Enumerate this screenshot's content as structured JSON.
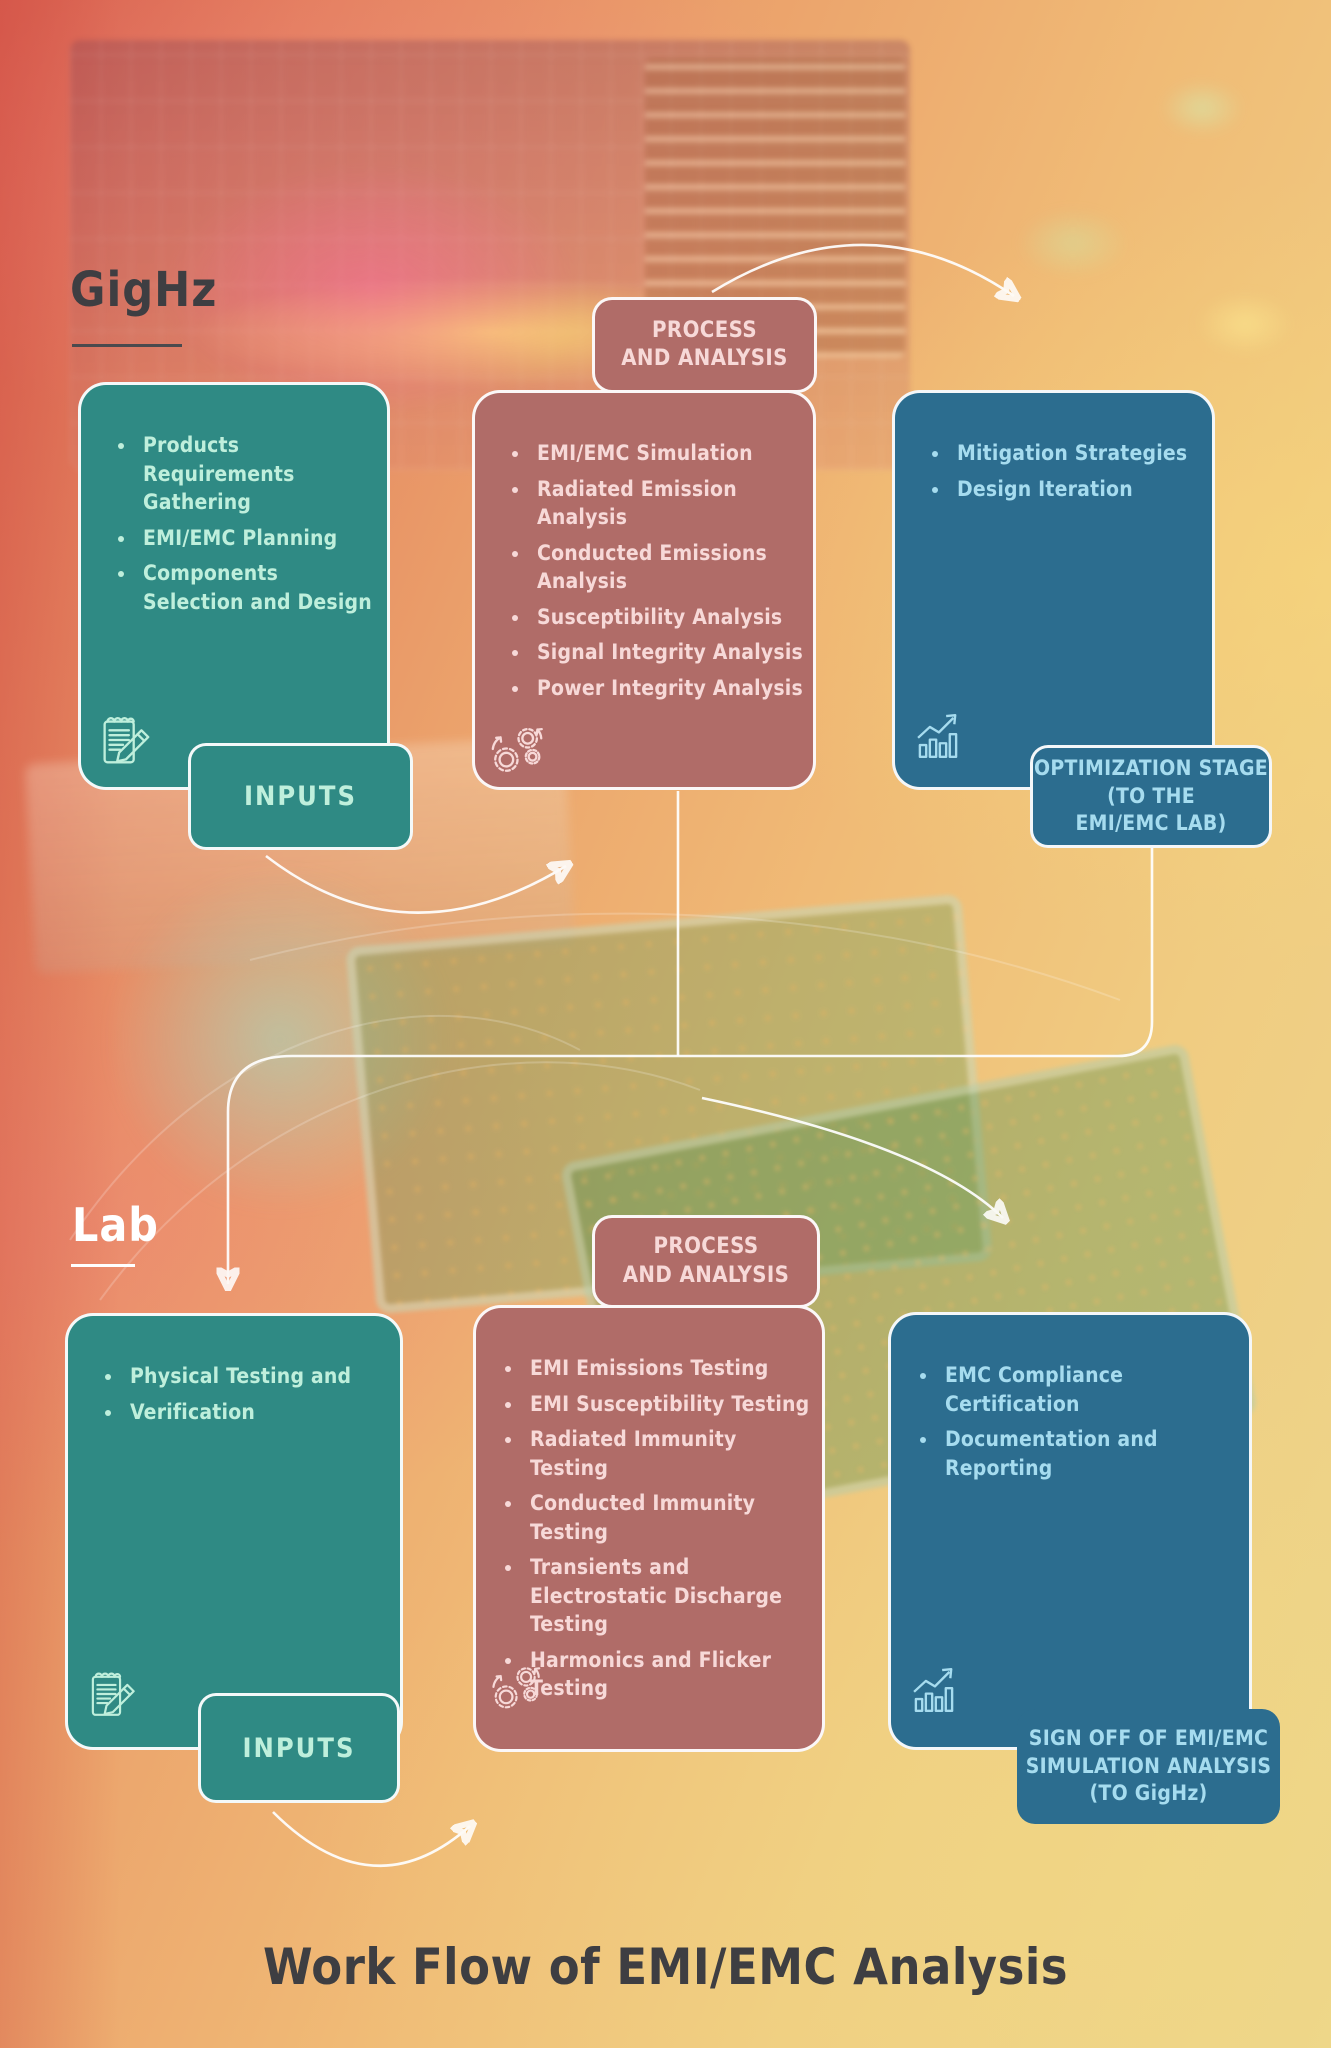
{
  "titles": {
    "gighz": "GigHz",
    "lab": "Lab",
    "footer": "Work Flow of EMI/EMC Analysis"
  },
  "colors": {
    "teal": "#2F8A84",
    "teal_text": "#BFEFDC",
    "mauve": "#B06C68",
    "mauve_text": "#F7D9D8",
    "blue": "#2C6D8F",
    "blue_text": "#A6DCEF",
    "heading_dark": "#3E3E42",
    "heading_light": "#FFFFFF",
    "connector": "#FFFFFF"
  },
  "icons": {
    "inputs": "notepad-pencil-icon",
    "process": "gears-icon",
    "output": "bar-chart-rising-arrow-icon"
  },
  "gighz": {
    "inputs": {
      "tag": "INPUTS",
      "items": [
        "Products Requirements Gathering",
        "EMI/EMC Planning",
        "Components Selection and Design"
      ]
    },
    "process": {
      "header_lines": [
        "PROCESS",
        "AND ANALYSIS"
      ],
      "items": [
        "EMI/EMC Simulation",
        "Radiated Emission Analysis",
        "Conducted Emissions Analysis",
        "Susceptibility Analysis",
        "Signal Integrity Analysis",
        "Power Integrity Analysis"
      ]
    },
    "output": {
      "items": [
        "Mitigation Strategies",
        "Design Iteration"
      ],
      "label_lines": [
        "OPTIMIZATION STAGE",
        "(TO THE",
        "EMI/EMC LAB)"
      ]
    }
  },
  "lab": {
    "inputs": {
      "tag": "INPUTS",
      "items": [
        "Physical Testing and",
        "Verification"
      ]
    },
    "process": {
      "header_lines": [
        "PROCESS",
        "AND ANALYSIS"
      ],
      "items": [
        "EMI Emissions Testing",
        "EMI Susceptibility Testing",
        "Radiated Immunity Testing",
        "Conducted Immunity Testing",
        "Transients and Electrostatic Discharge Testing",
        "Harmonics and Flicker Testing"
      ]
    },
    "output": {
      "items": [
        "EMC Compliance Certification",
        "Documentation and Reporting"
      ],
      "label_lines": [
        "SIGN OFF OF EMI/EMC",
        "SIMULATION ANALYSIS",
        "(TO GigHz)"
      ]
    }
  }
}
